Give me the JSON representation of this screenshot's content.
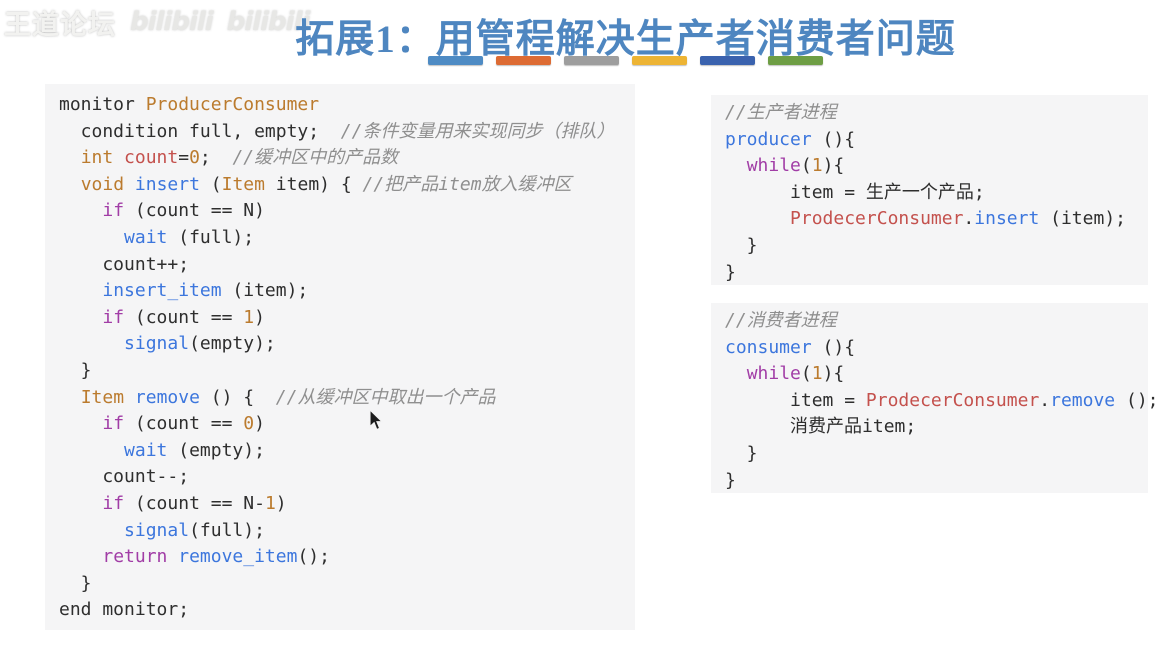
{
  "watermark": {
    "site_name": "王道论坛",
    "logo_text": "bilibili",
    "logo_text_2": "bilibili"
  },
  "header": {
    "title": "拓展1：用管程解决生产者消费者问题"
  },
  "divider_bars": [
    {
      "color": "#4e8bc4"
    },
    {
      "color": "#dd6b33"
    },
    {
      "color": "#9e9e9e"
    },
    {
      "color": "#edb434"
    },
    {
      "color": "#3a62ae"
    },
    {
      "color": "#6e9e44"
    }
  ],
  "colors": {
    "title": "#4e86c0",
    "panel_bg": "#f5f5f6",
    "plain": "#2e2e2e",
    "keyword": "#a13da6",
    "func": "#3c76dd",
    "type": "#bb7b2e",
    "red": "#c4514d",
    "comment": "#8f8f8f"
  },
  "panels": {
    "monitor": {
      "lines": [
        [
          {
            "t": "monitor ",
            "s": "plain"
          },
          {
            "t": "ProducerConsumer",
            "s": "type"
          }
        ],
        [
          {
            "t": "  condition full, empty;  ",
            "s": "plain"
          },
          {
            "t": "//条件变量用来实现同步（排队）",
            "s": "comment"
          }
        ],
        [
          {
            "t": "  ",
            "s": "plain"
          },
          {
            "t": "int",
            "s": "type"
          },
          {
            "t": " ",
            "s": "plain"
          },
          {
            "t": "count",
            "s": "red"
          },
          {
            "t": "=",
            "s": "plain"
          },
          {
            "t": "0",
            "s": "type"
          },
          {
            "t": ";  ",
            "s": "plain"
          },
          {
            "t": "//缓冲区中的产品数",
            "s": "comment"
          }
        ],
        [
          {
            "t": "  ",
            "s": "plain"
          },
          {
            "t": "void",
            "s": "type"
          },
          {
            "t": " ",
            "s": "plain"
          },
          {
            "t": "insert",
            "s": "func"
          },
          {
            "t": " (",
            "s": "plain"
          },
          {
            "t": "Item",
            "s": "type"
          },
          {
            "t": " item) { ",
            "s": "plain"
          },
          {
            "t": "//把产品item放入缓冲区",
            "s": "comment"
          }
        ],
        [
          {
            "t": "    ",
            "s": "plain"
          },
          {
            "t": "if",
            "s": "keyword"
          },
          {
            "t": " (count == N)",
            "s": "plain"
          }
        ],
        [
          {
            "t": "      ",
            "s": "plain"
          },
          {
            "t": "wait",
            "s": "func"
          },
          {
            "t": " (full);",
            "s": "plain"
          }
        ],
        [
          {
            "t": "    count++;",
            "s": "plain"
          }
        ],
        [
          {
            "t": "    ",
            "s": "plain"
          },
          {
            "t": "insert_item",
            "s": "func"
          },
          {
            "t": " (item);",
            "s": "plain"
          }
        ],
        [
          {
            "t": "    ",
            "s": "plain"
          },
          {
            "t": "if",
            "s": "keyword"
          },
          {
            "t": " (count == ",
            "s": "plain"
          },
          {
            "t": "1",
            "s": "type"
          },
          {
            "t": ")",
            "s": "plain"
          }
        ],
        [
          {
            "t": "      ",
            "s": "plain"
          },
          {
            "t": "signal",
            "s": "func"
          },
          {
            "t": "(empty);",
            "s": "plain"
          }
        ],
        [
          {
            "t": "  }",
            "s": "plain"
          }
        ],
        [
          {
            "t": "  ",
            "s": "plain"
          },
          {
            "t": "Item",
            "s": "type"
          },
          {
            "t": " ",
            "s": "plain"
          },
          {
            "t": "remove",
            "s": "func"
          },
          {
            "t": " () {  ",
            "s": "plain"
          },
          {
            "t": "//从缓冲区中取出一个产品",
            "s": "comment"
          }
        ],
        [
          {
            "t": "    ",
            "s": "plain"
          },
          {
            "t": "if",
            "s": "keyword"
          },
          {
            "t": " (count == ",
            "s": "plain"
          },
          {
            "t": "0",
            "s": "type"
          },
          {
            "t": ")",
            "s": "plain"
          }
        ],
        [
          {
            "t": "      ",
            "s": "plain"
          },
          {
            "t": "wait",
            "s": "func"
          },
          {
            "t": " (empty);",
            "s": "plain"
          }
        ],
        [
          {
            "t": "    count--;",
            "s": "plain"
          }
        ],
        [
          {
            "t": "    ",
            "s": "plain"
          },
          {
            "t": "if",
            "s": "keyword"
          },
          {
            "t": " (count == N-",
            "s": "plain"
          },
          {
            "t": "1",
            "s": "type"
          },
          {
            "t": ")",
            "s": "plain"
          }
        ],
        [
          {
            "t": "      ",
            "s": "plain"
          },
          {
            "t": "signal",
            "s": "func"
          },
          {
            "t": "(full);",
            "s": "plain"
          }
        ],
        [
          {
            "t": "    ",
            "s": "plain"
          },
          {
            "t": "return",
            "s": "keyword"
          },
          {
            "t": " ",
            "s": "plain"
          },
          {
            "t": "remove_item",
            "s": "func"
          },
          {
            "t": "();",
            "s": "plain"
          }
        ],
        [
          {
            "t": "  }",
            "s": "plain"
          }
        ],
        [
          {
            "t": "end monitor;",
            "s": "plain"
          }
        ]
      ]
    },
    "producer": {
      "lines": [
        [
          {
            "t": "//生产者进程",
            "s": "comment"
          }
        ],
        [
          {
            "t": "producer",
            "s": "func"
          },
          {
            "t": " (){",
            "s": "plain"
          }
        ],
        [
          {
            "t": "  ",
            "s": "plain"
          },
          {
            "t": "while",
            "s": "keyword"
          },
          {
            "t": "(",
            "s": "plain"
          },
          {
            "t": "1",
            "s": "type"
          },
          {
            "t": "){",
            "s": "plain"
          }
        ],
        [
          {
            "t": "      item = 生产一个产品;",
            "s": "plain"
          }
        ],
        [
          {
            "t": "      ",
            "s": "plain"
          },
          {
            "t": "ProdecerConsumer",
            "s": "red"
          },
          {
            "t": ".",
            "s": "plain"
          },
          {
            "t": "insert",
            "s": "func"
          },
          {
            "t": " (item);",
            "s": "plain"
          }
        ],
        [
          {
            "t": "  }",
            "s": "plain"
          }
        ],
        [
          {
            "t": "}",
            "s": "plain"
          }
        ]
      ]
    },
    "consumer": {
      "lines": [
        [
          {
            "t": "//消费者进程",
            "s": "comment"
          }
        ],
        [
          {
            "t": "consumer",
            "s": "func"
          },
          {
            "t": " (){",
            "s": "plain"
          }
        ],
        [
          {
            "t": "  ",
            "s": "plain"
          },
          {
            "t": "while",
            "s": "keyword"
          },
          {
            "t": "(",
            "s": "plain"
          },
          {
            "t": "1",
            "s": "type"
          },
          {
            "t": "){",
            "s": "plain"
          }
        ],
        [
          {
            "t": "      item = ",
            "s": "plain"
          },
          {
            "t": "ProdecerConsumer",
            "s": "red"
          },
          {
            "t": ".",
            "s": "plain"
          },
          {
            "t": "remove",
            "s": "func"
          },
          {
            "t": " ();",
            "s": "plain"
          }
        ],
        [
          {
            "t": "      消费产品item;",
            "s": "plain"
          }
        ],
        [
          {
            "t": "  }",
            "s": "plain"
          }
        ],
        [
          {
            "t": "}",
            "s": "plain"
          }
        ]
      ]
    }
  }
}
